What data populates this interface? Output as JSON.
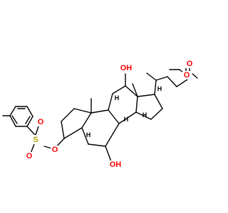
{
  "colors": {
    "bond": "#000000",
    "oxygen": "#ff0000",
    "sulfur": "#b2a200",
    "hydrogen": "#000000"
  },
  "atoms": {
    "o_ester_carbonyl": "O",
    "o_ester": "O",
    "o_12_hydroxyl": "OH",
    "o_7_hydroxyl": "OH",
    "o_sulfonate_ester": "O",
    "o_sulfonyl_1": "O",
    "o_sulfonyl_2": "O",
    "s_sulfonyl": "S",
    "h_8": "H",
    "h_9": "H",
    "h_14": "H",
    "h_5": "H",
    "h_17": "H"
  }
}
